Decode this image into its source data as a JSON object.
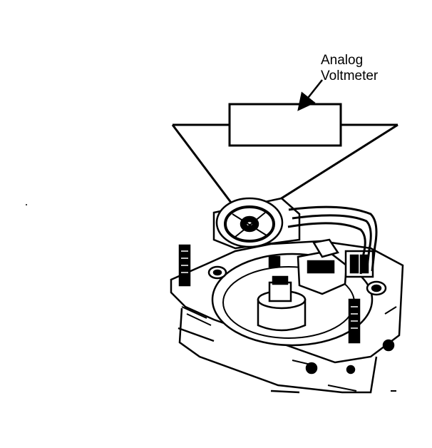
{
  "callout": {
    "line1": "Analog",
    "line2": "Voltmeter"
  },
  "colors": {
    "ink": "#000000",
    "paper": "#ffffff"
  },
  "components": {
    "meter": "analog-voltmeter-box",
    "leads": "test-leads",
    "pickup": "distributor-pickup-coil",
    "housing": "distributor-housing"
  }
}
